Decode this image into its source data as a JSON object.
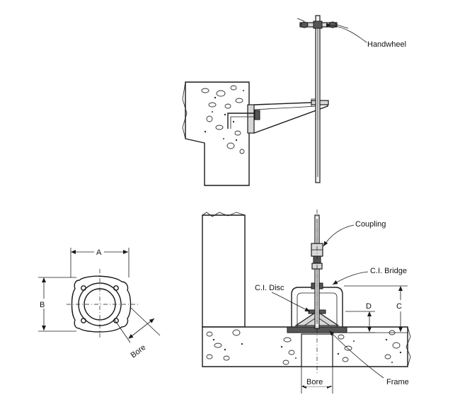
{
  "labels": {
    "handwheel": "Handwheel",
    "coupling": "Coupling",
    "ci_bridge": "C.I. Bridge",
    "ci_disc": "C.I. Disc",
    "frame": "Frame",
    "bore_bottom": "Bore",
    "bore_plan": "Bore"
  },
  "dimensions": {
    "a": "A",
    "b": "B",
    "c": "C",
    "d": "D"
  }
}
